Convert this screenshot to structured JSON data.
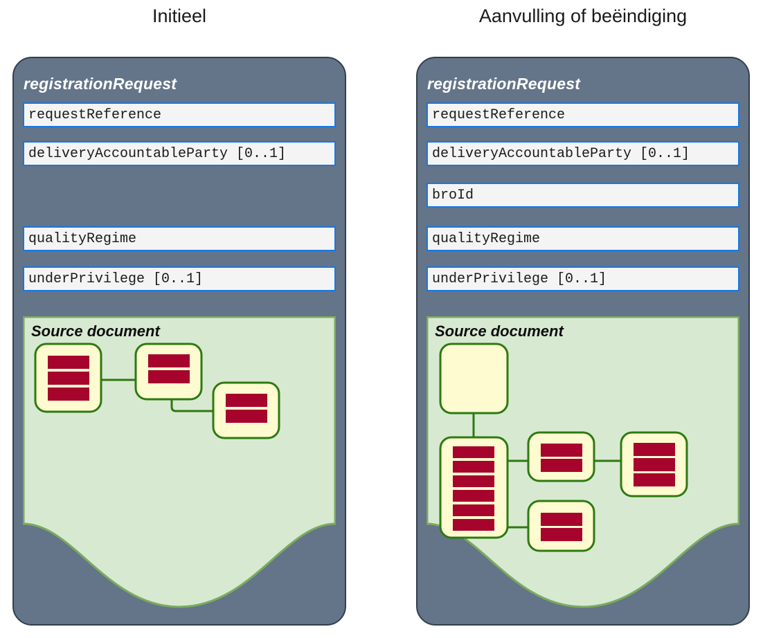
{
  "columns": [
    {
      "title": "Initieel",
      "card": {
        "title": "registrationRequest",
        "fields": [
          {
            "label": "requestReference"
          },
          {
            "label": "deliveryAccountableParty [0..1]"
          },
          {
            "label": "qualityRegime"
          },
          {
            "label": "underPrivilege [0..1]"
          }
        ],
        "source_document": {
          "title": "Source document",
          "nodes": [
            {
              "id": "n1",
              "bars": 3,
              "empty": false
            },
            {
              "id": "n2",
              "bars": 2,
              "empty": false
            },
            {
              "id": "n3",
              "bars": 2,
              "empty": false
            }
          ],
          "edges": [
            {
              "from": "n1",
              "to": "n2"
            },
            {
              "from": "n2",
              "to": "n3"
            }
          ]
        }
      }
    },
    {
      "title": "Aanvulling of beëindiging",
      "card": {
        "title": "registrationRequest",
        "fields": [
          {
            "label": "requestReference"
          },
          {
            "label": "deliveryAccountableParty [0..1]"
          },
          {
            "label": "broId"
          },
          {
            "label": "qualityRegime"
          },
          {
            "label": "underPrivilege [0..1]"
          }
        ],
        "source_document": {
          "title": "Source document",
          "nodes": [
            {
              "id": "m0",
              "bars": 0,
              "empty": true
            },
            {
              "id": "m1",
              "bars": 6,
              "empty": false
            },
            {
              "id": "m2",
              "bars": 2,
              "empty": false
            },
            {
              "id": "m3",
              "bars": 3,
              "empty": false
            },
            {
              "id": "m4",
              "bars": 2,
              "empty": false
            }
          ],
          "edges": [
            {
              "from": "m0",
              "to": "m1"
            },
            {
              "from": "m1",
              "to": "m2"
            },
            {
              "from": "m2",
              "to": "m3"
            },
            {
              "from": "m1",
              "to": "m4"
            }
          ]
        }
      }
    }
  ],
  "colors": {
    "card_fill": "#647489",
    "card_border": "#333f4d",
    "field_fill": "#f4f4f4",
    "field_border": "#1878e0",
    "srcdoc_fill": "#d8e9d2",
    "srcdoc_border": "#7aab5e",
    "node_fill": "#fdfbcf",
    "node_border": "#2d7a10",
    "bar_fill": "#a6042c",
    "page_bg": "#ffffff",
    "title_text": "#1a1a1a"
  }
}
